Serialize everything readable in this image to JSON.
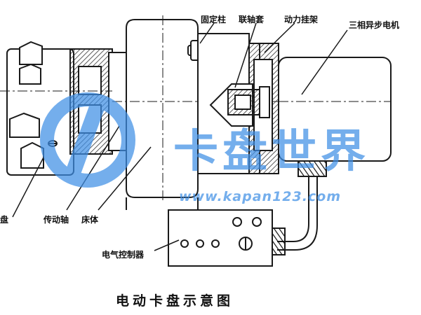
{
  "labels": {
    "fixed_column": "固定柱",
    "coupling_sleeve": "联轴套",
    "power_bracket": "动力挂架",
    "three_phase_motor": "三相异步电机",
    "chuck_partial": "盘",
    "drive_shaft": "传动轴",
    "lathe_body": "床体",
    "electric_controller": "电气控制器"
  },
  "caption": "电动卡盘示意图",
  "watermark": {
    "brand_text": "卡盘世界",
    "url": "www.kapan123.com",
    "color": "#3f8fe6"
  },
  "colors": {
    "line": "#1a1a1a",
    "hatch": "#333333",
    "background": "#ffffff"
  }
}
